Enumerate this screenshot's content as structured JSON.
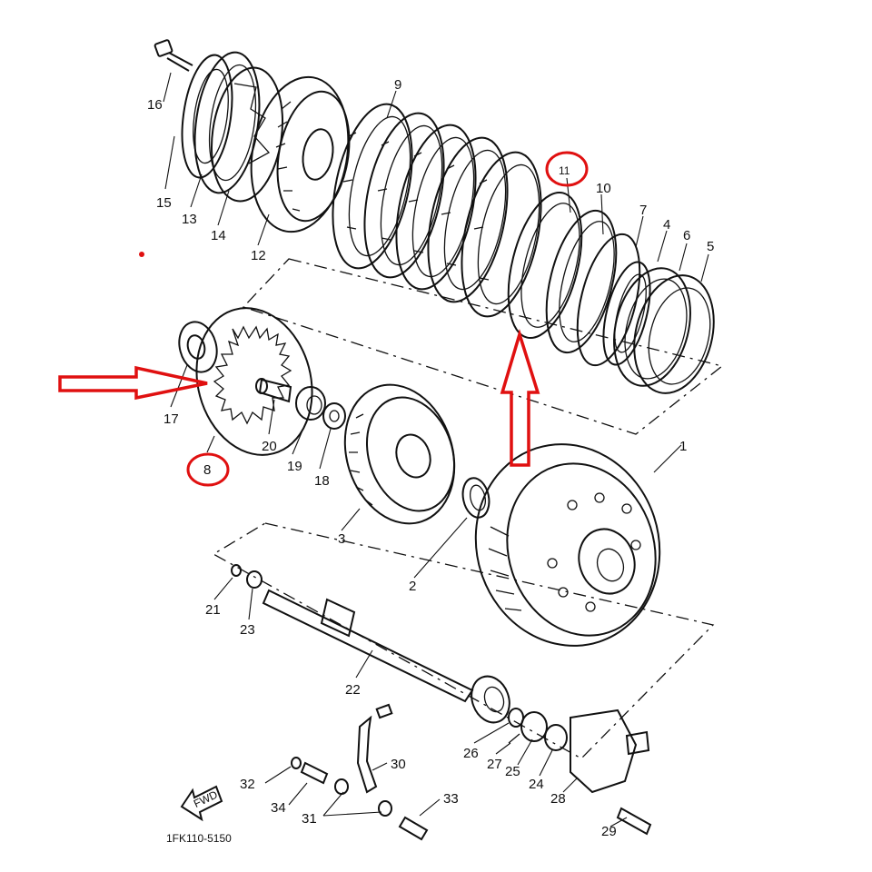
{
  "diagram": {
    "part_code": "1FK110-5150",
    "fwd_label": "FWD",
    "callouts": [
      "1",
      "2",
      "3",
      "4",
      "5",
      "6",
      "7",
      "8",
      "9",
      "10",
      "11",
      "12",
      "13",
      "14",
      "15",
      "16",
      "17",
      "18",
      "19",
      "20",
      "21",
      "22",
      "23",
      "24",
      "25",
      "26",
      "27",
      "28",
      "29",
      "30",
      "31",
      "32",
      "33",
      "34"
    ],
    "highlighted_callouts": [
      "8",
      "11"
    ]
  },
  "colors": {
    "ink": "#111111",
    "highlight": "#e01010",
    "background": "#ffffff"
  }
}
